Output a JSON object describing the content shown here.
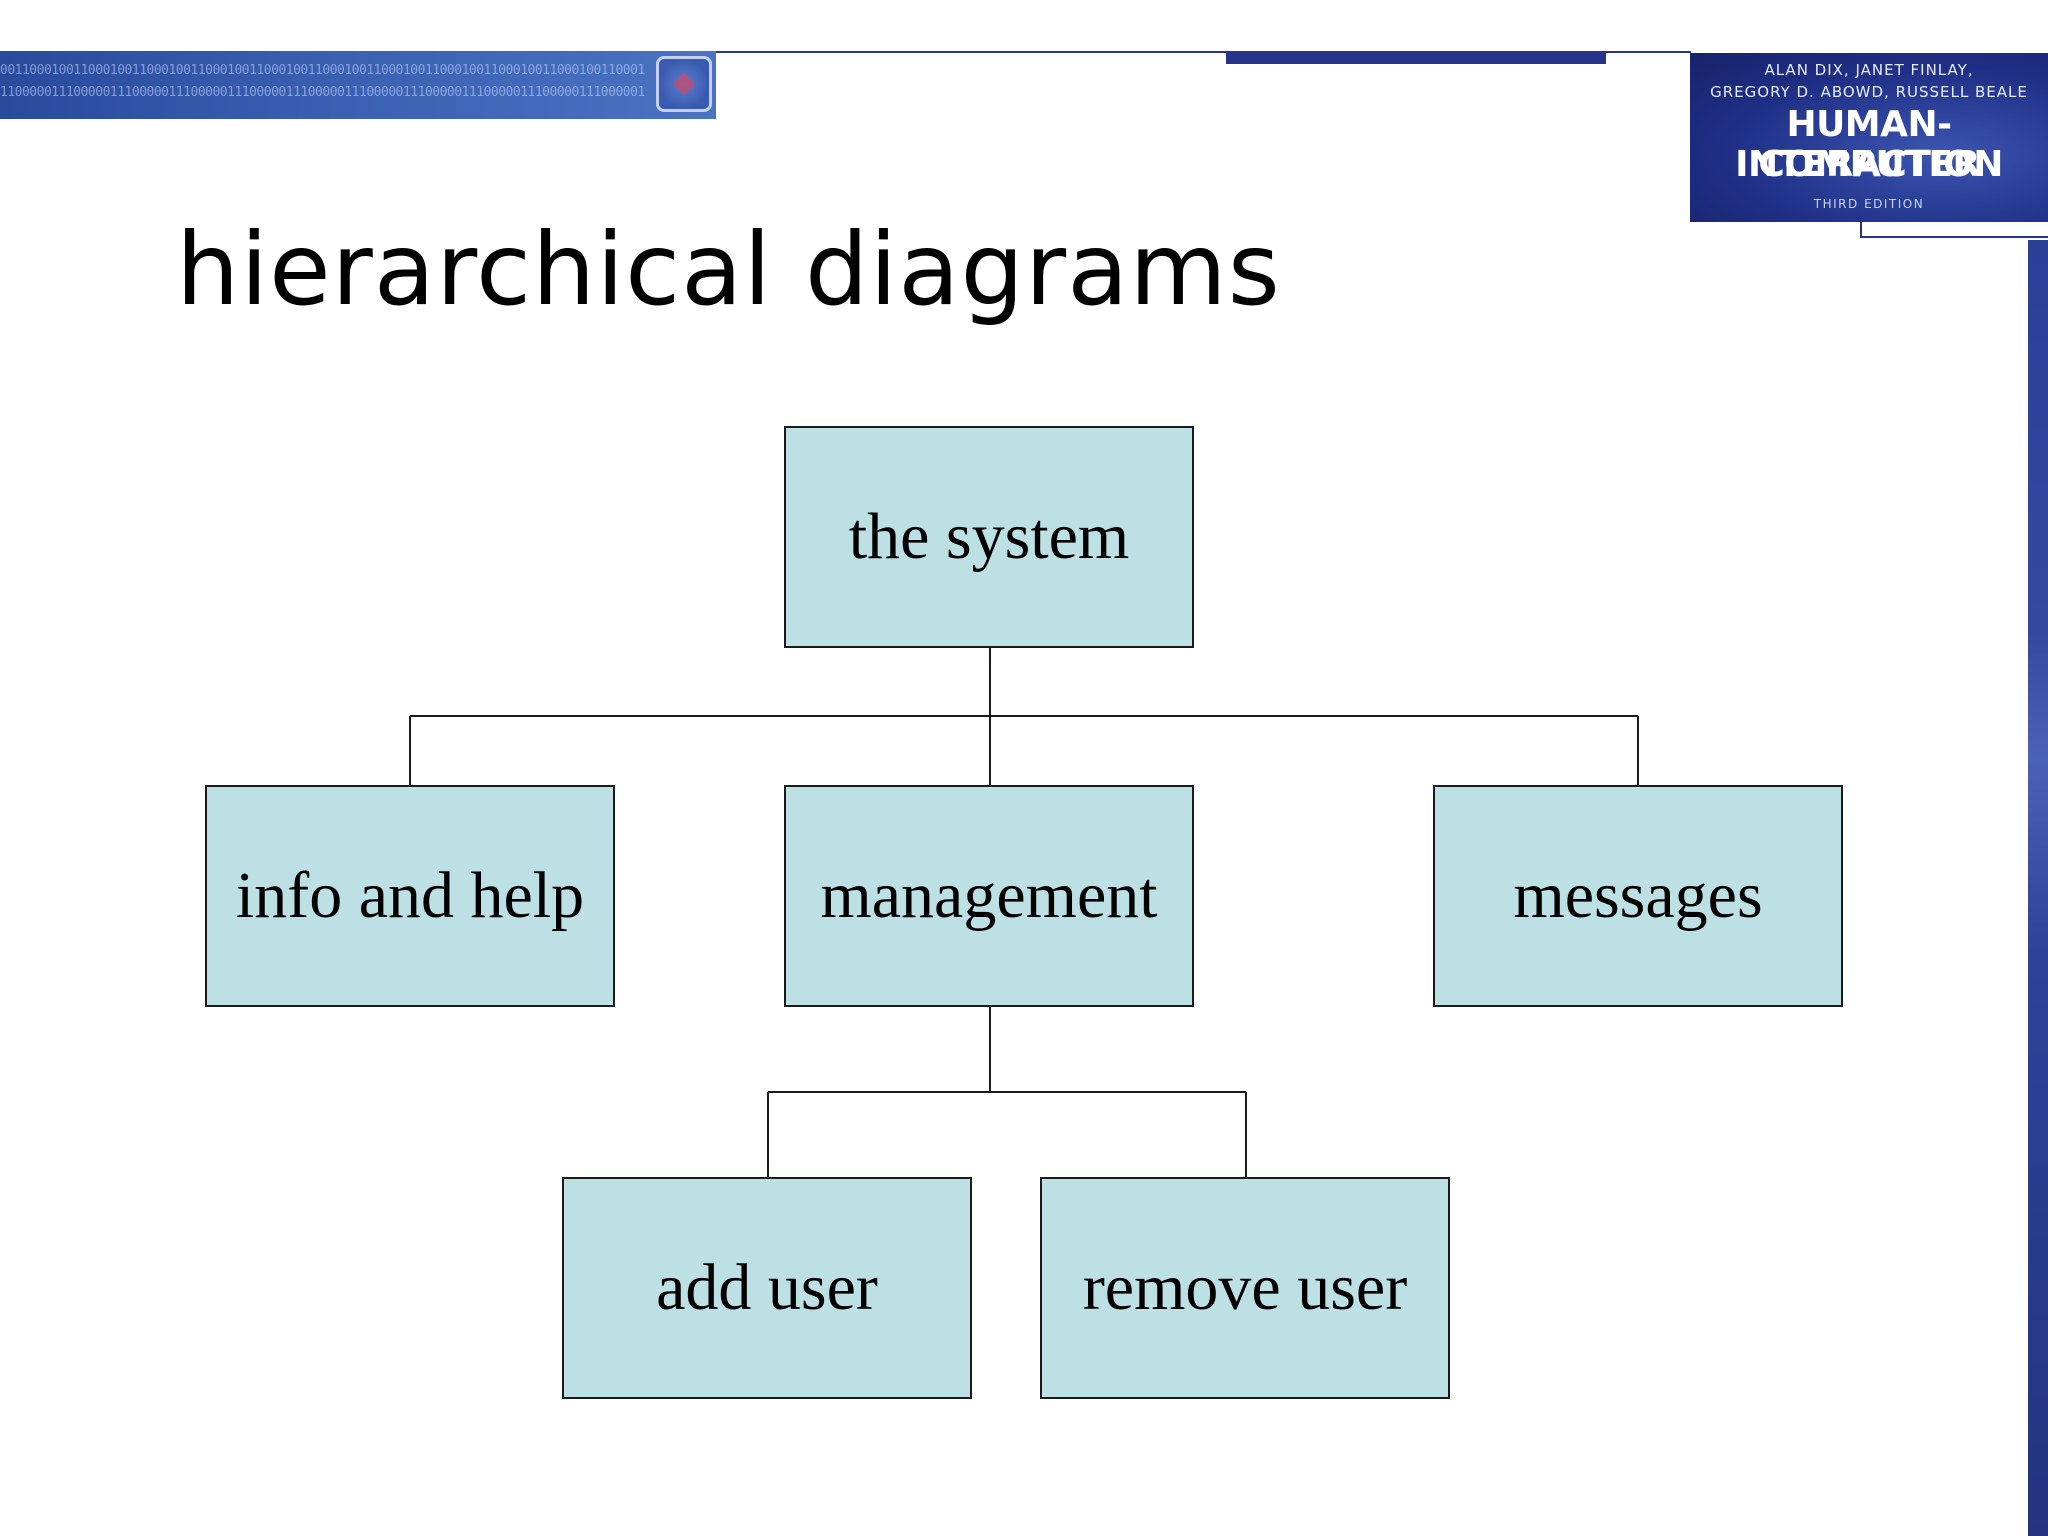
{
  "title": "hierarchical diagrams",
  "cover": {
    "authors_line1": "ALAN DIX, JANET FINLAY,",
    "authors_line2": "GREGORY D. ABOWD, RUSSELL BEALE",
    "title_line1": "HUMAN-COMPUTER",
    "title_line2": "INTERACTION",
    "edition": "THIRD EDITION"
  },
  "banner": {
    "digits_line1": "0011000100110001001100010011000100110001001100010011000100110001001100010011000100110001",
    "digits_line2": "1100000111000001110000011100000111000001110000011100000111000001110000011100000111000001"
  },
  "diagram": {
    "root": "the system",
    "children": [
      "info and help",
      "management",
      "messages"
    ],
    "management_children": [
      "add user",
      "remove user"
    ]
  },
  "colors": {
    "node_fill": "#bde0e4",
    "accent": "#27348b"
  }
}
